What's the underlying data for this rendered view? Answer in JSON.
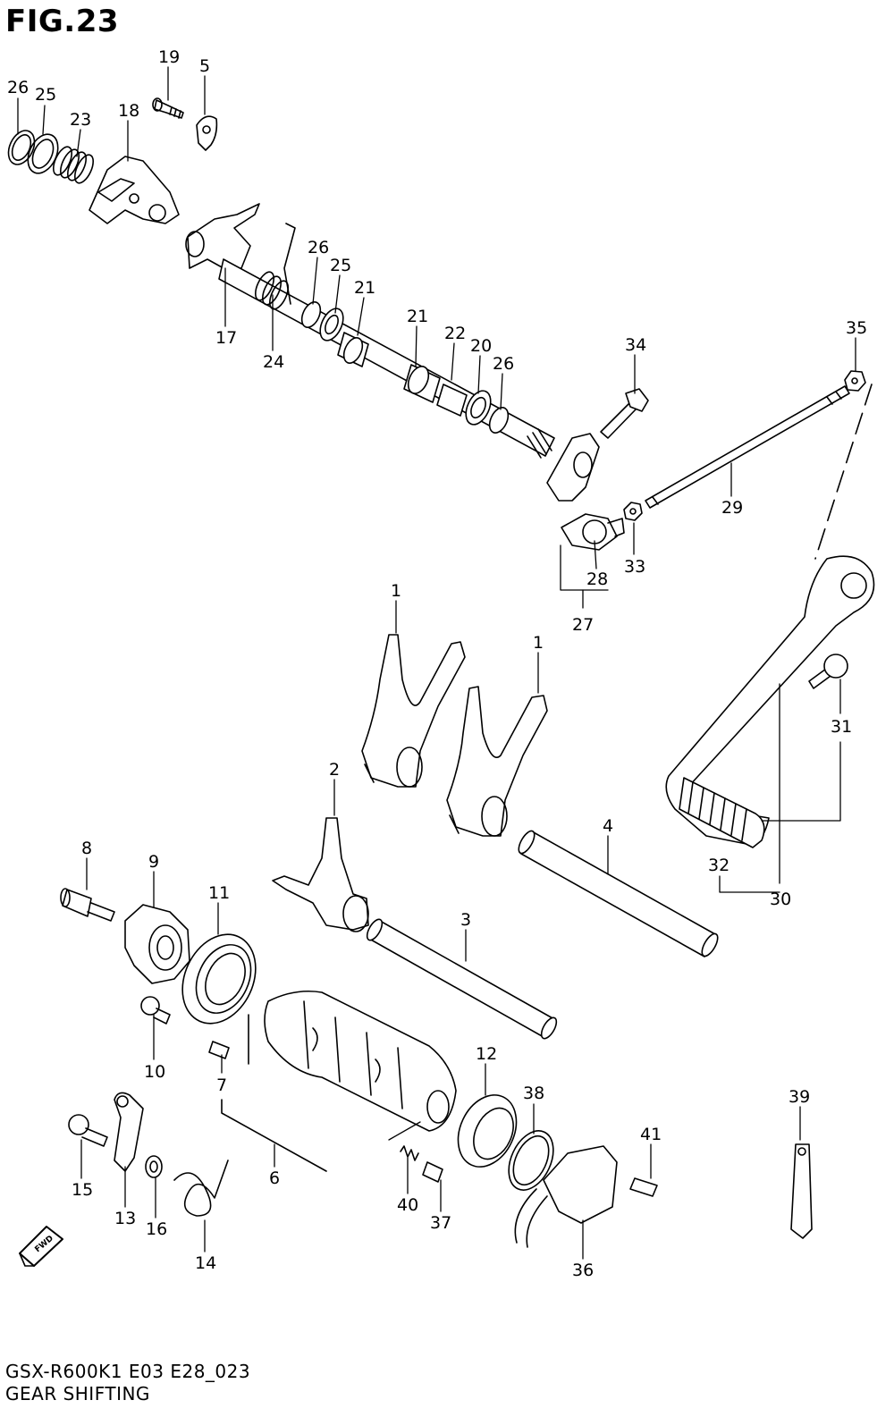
{
  "figure": {
    "title": "FIG.23",
    "model_code": "GSX-R600K1 E03 E28_023",
    "caption": "GEAR SHIFTING"
  },
  "fwd_badge": "FWD",
  "callouts": [
    {
      "id": "c1",
      "text": "26"
    },
    {
      "id": "c2",
      "text": "25"
    },
    {
      "id": "c3",
      "text": "23"
    },
    {
      "id": "c4",
      "text": "18"
    },
    {
      "id": "c5",
      "text": "19"
    },
    {
      "id": "c6",
      "text": "5"
    },
    {
      "id": "c7",
      "text": "17"
    },
    {
      "id": "c8",
      "text": "24"
    },
    {
      "id": "c9",
      "text": "26"
    },
    {
      "id": "c10",
      "text": "25"
    },
    {
      "id": "c11",
      "text": "21"
    },
    {
      "id": "c12",
      "text": "21"
    },
    {
      "id": "c13",
      "text": "22"
    },
    {
      "id": "c14",
      "text": "20"
    },
    {
      "id": "c15",
      "text": "26"
    },
    {
      "id": "c16",
      "text": "34"
    },
    {
      "id": "c17",
      "text": "35"
    },
    {
      "id": "c18",
      "text": "29"
    },
    {
      "id": "c19",
      "text": "33"
    },
    {
      "id": "c20",
      "text": "28"
    },
    {
      "id": "c21",
      "text": "27"
    },
    {
      "id": "c22",
      "text": "1"
    },
    {
      "id": "c23",
      "text": "1"
    },
    {
      "id": "c24",
      "text": "2"
    },
    {
      "id": "c25",
      "text": "31"
    },
    {
      "id": "c26",
      "text": "4"
    },
    {
      "id": "c27",
      "text": "32"
    },
    {
      "id": "c28",
      "text": "30"
    },
    {
      "id": "c29",
      "text": "8"
    },
    {
      "id": "c30",
      "text": "9"
    },
    {
      "id": "c31",
      "text": "11"
    },
    {
      "id": "c32",
      "text": "3"
    },
    {
      "id": "c33",
      "text": "10"
    },
    {
      "id": "c34",
      "text": "7"
    },
    {
      "id": "c35",
      "text": "6"
    },
    {
      "id": "c36",
      "text": "12"
    },
    {
      "id": "c37",
      "text": "38"
    },
    {
      "id": "c38",
      "text": "39"
    },
    {
      "id": "c39",
      "text": "41"
    },
    {
      "id": "c40",
      "text": "15"
    },
    {
      "id": "c41",
      "text": "13"
    },
    {
      "id": "c42",
      "text": "16"
    },
    {
      "id": "c43",
      "text": "14"
    },
    {
      "id": "c44",
      "text": "40"
    },
    {
      "id": "c45",
      "text": "37"
    },
    {
      "id": "c46",
      "text": "36"
    }
  ]
}
